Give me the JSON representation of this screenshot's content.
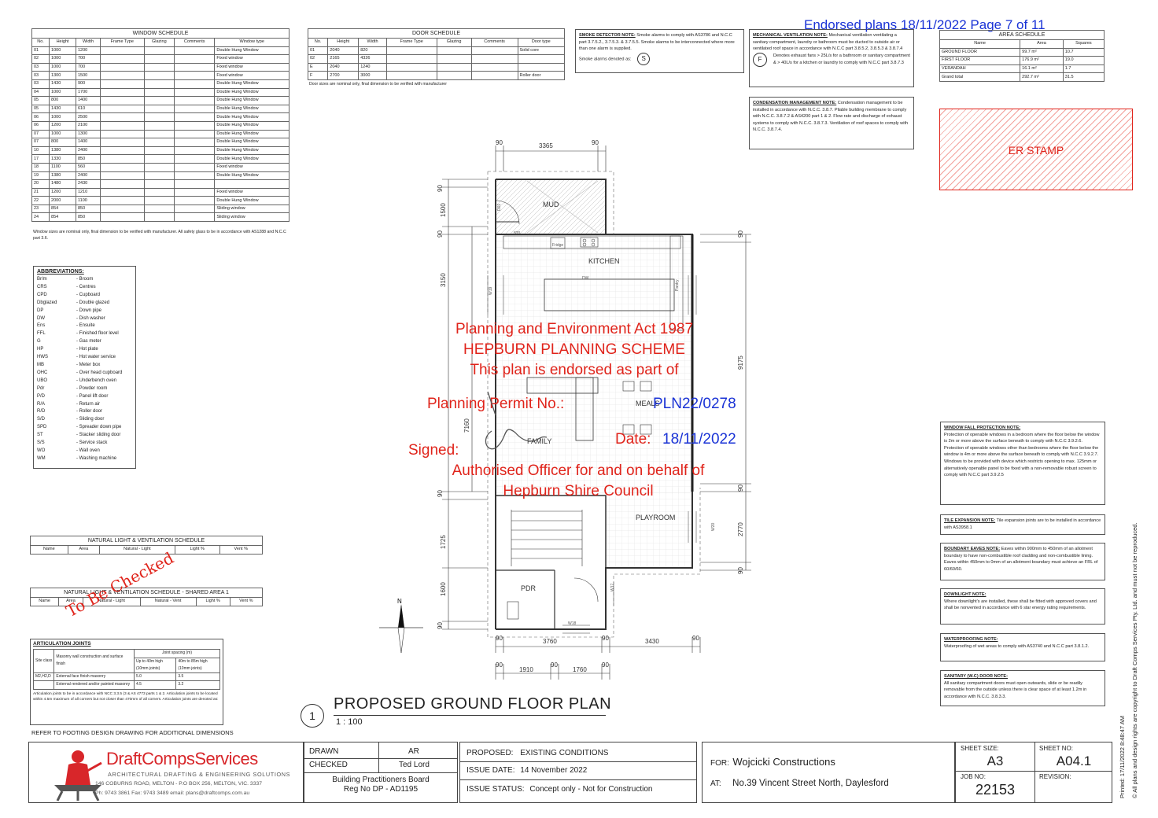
{
  "window_schedule": {
    "title": "WINDOW SCHEDULE",
    "headers": [
      "No.",
      "Height",
      "Width",
      "Frame Type",
      "Glazing",
      "Comments",
      "Window type"
    ],
    "rows": [
      [
        "01",
        "1000",
        "1200",
        "",
        "",
        "",
        "Double Hung Window"
      ],
      [
        "02",
        "1000",
        "700",
        "",
        "",
        "",
        "Fixed window"
      ],
      [
        "03",
        "1000",
        "700",
        "",
        "",
        "",
        "Fixed window"
      ],
      [
        "03",
        "1300",
        "1500",
        "",
        "",
        "",
        "Fixed window"
      ],
      [
        "03",
        "1430",
        "900",
        "",
        "",
        "",
        "Double Hung Window"
      ],
      [
        "04",
        "1000",
        "1700",
        "",
        "",
        "",
        "Double Hung Window"
      ],
      [
        "05",
        "800",
        "1400",
        "",
        "",
        "",
        "Double Hung Window"
      ],
      [
        "05",
        "1430",
        "610",
        "",
        "",
        "",
        "Double Hung Window"
      ],
      [
        "06",
        "1000",
        "2500",
        "",
        "",
        "",
        "Double Hung Window"
      ],
      [
        "06",
        "1200",
        "2100",
        "",
        "",
        "",
        "Double Hung Window"
      ],
      [
        "07",
        "1000",
        "1300",
        "",
        "",
        "",
        "Double Hung Window"
      ],
      [
        "07",
        "800",
        "1400",
        "",
        "",
        "",
        "Double Hung Window"
      ],
      [
        "10",
        "1380",
        "2400",
        "",
        "",
        "",
        "Double Hung Window"
      ],
      [
        "17",
        "1330",
        "850",
        "",
        "",
        "",
        "Double Hung Window"
      ],
      [
        "18",
        "1100",
        "560",
        "",
        "",
        "",
        "Fixed window"
      ],
      [
        "19",
        "1380",
        "2400",
        "",
        "",
        "",
        "Double Hung Window"
      ],
      [
        "20",
        "1480",
        "2430",
        "",
        "",
        "",
        ""
      ],
      [
        "21",
        "1200",
        "1210",
        "",
        "",
        "",
        "Fixed window"
      ],
      [
        "22",
        "2000",
        "1100",
        "",
        "",
        "",
        "Double Hung Window"
      ],
      [
        "23",
        "854",
        "850",
        "",
        "",
        "",
        "Sliding window"
      ],
      [
        "24",
        "854",
        "850",
        "",
        "",
        "",
        "Sliding window"
      ]
    ],
    "note": "Window sizes are nominal only, final dimension to be verified with manufacturer. All safety glass to be in accordance with AS1288 and N.C.C part 3.6."
  },
  "door_schedule": {
    "title": "DOOR SCHEDULE",
    "headers": [
      "No.",
      "Height",
      "Width",
      "Frame Type",
      "Glazing",
      "Comments",
      "Door type"
    ],
    "rows": [
      [
        "01",
        "2040",
        "820",
        "",
        "",
        "",
        "Solid core"
      ],
      [
        "02",
        "2165",
        "4326",
        "",
        "",
        "",
        ""
      ],
      [
        "E",
        "2040",
        "1240",
        "",
        "",
        "",
        ""
      ],
      [
        "F",
        "2700",
        "3000",
        "",
        "",
        "",
        "Roller door"
      ]
    ],
    "note": "Door sizes are nominal only, final dimension to be verified with manufacturer"
  },
  "smoke_note": {
    "title": "SMOKE DETECTOR NOTE:",
    "text": "Smoke alarms to comply with AS3786 and N.C.C part 3.7.5.2., 3.7.5.3. & 3.7.5.5. Smoke alarms to be interconnected where more than one alarm is supplied.",
    "legend": "Smoke alarms denoted as:",
    "symbol": "S"
  },
  "mech_note": {
    "title": "MECHANICAL VENTILATION NOTE:",
    "text": "Mechanical ventilation ventilating a sanitary compartment, laundry or bathroom must be ducted to outside air or ventilated roof space in accordance with N.C.C part 3.8.5.2, 3.8.5.3 & 3.8.7.4",
    "text2": "Denotes exhaust fans > 25L/s for a bathroom or sanitary compartment & > 40L/s for a kitchen or laundry to comply with N.C.C part 3.8.7.3",
    "symbol": "F"
  },
  "cond_note": {
    "title": "CONDENSATION MANAGEMENT NOTE:",
    "text": "Condensation management to be installed in accordance with N.C.C. 3.8.7. Pliable building membrane to comply with N.C.C. 3.8.7.2 & AS4200 part 1 & 2. Flow rate and discharge of exhaust systems to comply with N.C.C. 3.8.7.3. Ventilation of roof spaces to comply with N.C.C. 3.8.7.4."
  },
  "endorsed_header": "Endorsed plans 18/11/2022 Page 7 of 11",
  "area_schedule": {
    "title": "AREA SCHEDULE",
    "headers": [
      "Name",
      "Area",
      "Squares"
    ],
    "rows": [
      [
        "GROUND FLOOR",
        "99.7 m²",
        "10.7"
      ],
      [
        "FIRST FLOOR",
        "176.9 m²",
        "19.0"
      ],
      [
        "VERANDAH",
        "16.1 m²",
        "1.7"
      ],
      [
        "Grand total",
        "292.7 m²",
        "31.5"
      ]
    ]
  },
  "er_stamp": "ER STAMP",
  "abbreviations": {
    "title": "ABBREVIATIONS:",
    "items": [
      [
        "Br/m",
        "- Broom"
      ],
      [
        "CRS",
        "- Centres"
      ],
      [
        "CPD",
        "- Cupboard"
      ],
      [
        "Dbglazed",
        "- Double glazed"
      ],
      [
        "DP",
        "- Down pipe"
      ],
      [
        "DW",
        "- Dish washer"
      ],
      [
        "Ens",
        "- Ensuite"
      ],
      [
        "FFL",
        "- Finished floor level"
      ],
      [
        "G",
        "- Gas meter"
      ],
      [
        "HP",
        "- Hot plate"
      ],
      [
        "HWS",
        "- Hot water service"
      ],
      [
        "MB",
        "- Meter box"
      ],
      [
        "OHC",
        "- Over head cupboard"
      ],
      [
        "UBO",
        "- Underbench oven"
      ],
      [
        "Pdr",
        "- Powder room"
      ],
      [
        "P/D",
        "- Panel lift door"
      ],
      [
        "R/A",
        "- Return air"
      ],
      [
        "R/D",
        "- Roller door"
      ],
      [
        "S/D",
        "- Sliding door"
      ],
      [
        "SPD",
        "- Spreader down pipe"
      ],
      [
        "ST",
        "- Stacker sliding door"
      ],
      [
        "S/S",
        "- Service stack"
      ],
      [
        "WO",
        "- Wall oven"
      ],
      [
        "WM",
        "- Washing machine"
      ]
    ]
  },
  "light_schedule": {
    "title": "NATURAL LIGHT & VENTILATION SCHEDULE",
    "headers": [
      "Name",
      "Area",
      "Natural - Light",
      "Light %",
      "Vent %"
    ]
  },
  "light_schedule2": {
    "title": "NATURAL LIGHT & VENTILATION SCHEDULE - SHARED AREA 1",
    "headers": [
      "Name",
      "Area",
      "Natural - Light",
      "Natural - Vent",
      "Light %",
      "Vent %"
    ]
  },
  "to_be_checked": "To Be Checked",
  "articulation": {
    "title": "ARTICULATION JOINTS",
    "h_site": "Site class",
    "h_masonry": "Masonry wall construction and surface finish",
    "h_joint": "Joint spacing (m)",
    "h_c1": "Up to 40m high (10mm joints)",
    "h_c2": "40m to 85m high (10mm joints)",
    "rows": [
      [
        "M2,H2,D",
        "External face finish masonry",
        "5.0",
        "3.5"
      ],
      [
        "",
        "External rendered and/or painted masonry",
        "4.5",
        "3.2"
      ]
    ],
    "note": "Articulation joints to be in accordance with NCC 3.3.5 (3 & AS 4773 parts 1 & 2. Articulation joints to be located within 4.5m maximum of all corners but not closer than 470mm of all corners. Articulation joints are denoted as:"
  },
  "footing_ref": "REFER TO FOOTING DESIGN DRAWING FOR ADDITIONAL DIMENSIONS",
  "plan": {
    "number": "1",
    "title": "PROPOSED GROUND FLOOR PLAN",
    "scale": "1 : 100",
    "rooms": {
      "mud": "MUD",
      "kitchen": "KITCHEN",
      "meals": "MEALS",
      "family": "FAMILY",
      "playroom": "PLAYROOM",
      "pdr": "PDR"
    },
    "labels": {
      "fridge": "Fridge",
      "dw": "DW",
      "pantry": "Pantry",
      "w19": "W19",
      "w20": "W20",
      "w17": "W17",
      "w18": "W18",
      "d01": "D01",
      "d820": "820"
    },
    "dims": {
      "top_90a": "90",
      "top_3365": "3365",
      "top_90b": "90",
      "left_90a": "90",
      "left_1500": "1500",
      "left_90b": "90",
      "left_3150": "3150",
      "left_7160": "7160",
      "left_90c": "90",
      "left_1725": "1725",
      "left_1600": "1600",
      "left_90d": "90",
      "right_90a": "90",
      "right_9175": "9175",
      "right_90b": "90",
      "right_2770": "2770",
      "right_90c": "90",
      "b1_90a": "90",
      "b1_3760": "3760",
      "b1_90b": "90",
      "b1_3430": "3430",
      "b1_90c": "90",
      "b2_90a": "90",
      "b2_1910": "1910",
      "b2_90b": "90",
      "b2_1760": "1760",
      "b2_90c": "90"
    },
    "north": "N"
  },
  "planning_stamp": {
    "line1": "Planning and Environment Act 1987",
    "line2": "HEPBURN PLANNING SCHEME",
    "line3": "This plan is endorsed as part of",
    "permit_label": "Planning Permit No.:",
    "permit_no": "PLN22/0278",
    "date_label": "Date:",
    "date": "18/11/2022",
    "signed": "Signed:",
    "line4": "Authorised Officer for and on behalf of",
    "line5": "Hepburn Shire Council"
  },
  "notes_right": [
    {
      "title": "WINDOW FALL PROTECTION NOTE:",
      "text": "Protection of openable windows in a bedroom where the floor below the window is 2m or more above the surface beneath to comply with N.C.C 3.9.2.6. Protection of openable windows other than bedrooms where the floor below the window is 4m or more above the surface beneath to comply with N.C.C 3.9.2.7. Windows to be provided with device which restricts opening to max. 125mm or alternatively openable panel to be fixed with a non-removable robust screen to comply with N.C.C part 3.9.2.5"
    },
    {
      "title": "TILE EXPANSION NOTE:",
      "text": "Tile expansion joints are to be installed in accordance with AS3958.1"
    },
    {
      "title": "BOUNDARY EAVES NOTE:",
      "text": "Eaves within 900mm to 450mm of an allotment boundary to have non-combustible roof cladding and non-combustible lining. Eaves within 450mm to 0mm of an allotment boundary must achieve an FRL of 60/60/60."
    },
    {
      "title": "DOWNLIGHT NOTE:",
      "text": "Where downlight's are installed, these shall be fitted with approved covers and shall be nonvented in accordance with 6 star energy rating requirements."
    },
    {
      "title": "WATERPROOFING NOTE:",
      "text": "Waterproofing of wet areas to comply with AS3740 and N.C.C part 3.8.1.2."
    },
    {
      "title": "SANITARY (W.C) DOOR NOTE:",
      "text": "All sanitary compartment doors must open outwards, slide or be readily removable from the outside unless there is clear space of at least 1.2m in accordance with N.C.C. 3.8.3.3."
    }
  ],
  "side_text": "© All plans and design rights are copyright to Draft Comps Services Pty. Ltd. and must not be reproduced.",
  "printed": "Printed: 17/11/2022 8:48:47 AM",
  "title_block": {
    "company_name": "DraftCompsServices",
    "company_tag": "ARCHITECTURAL DRAFTING & ENGINEERING SOLUTIONS",
    "address": "146 COBURNS ROAD, MELTON - P.O BOX 256, MELTON, VIC. 3337",
    "contact": "Ph: 9743 3861 Fax: 9743 3489 email: plans@draftcomps.com.au",
    "drawn_label": "DRAWN",
    "drawn": "AR",
    "checked_label": "CHECKED",
    "checked": "Ted Lord",
    "bpb1": "Building Practitioners Board",
    "bpb2": "Reg No DP - AD1195",
    "proposed_label": "PROPOSED:",
    "proposed": "EXISTING CONDITIONS",
    "issue_date_label": "ISSUE DATE:",
    "issue_date": "14 November 2022",
    "issue_status_label": "ISSUE STATUS:",
    "issue_status": "Concept only - Not for Construction",
    "for_label": "FOR:",
    "for": "Wojcicki Constructions",
    "at_label": "AT:",
    "at": "No.39 Vincent Street North, Daylesford",
    "sheet_size_label": "SHEET SIZE:",
    "sheet_size": "A3",
    "sheet_no_label": "SHEET NO:",
    "sheet_no": "A04.1",
    "job_no_label": "JOB NO:",
    "job_no": "22153",
    "revision_label": "REVISION:",
    "revision": ""
  }
}
